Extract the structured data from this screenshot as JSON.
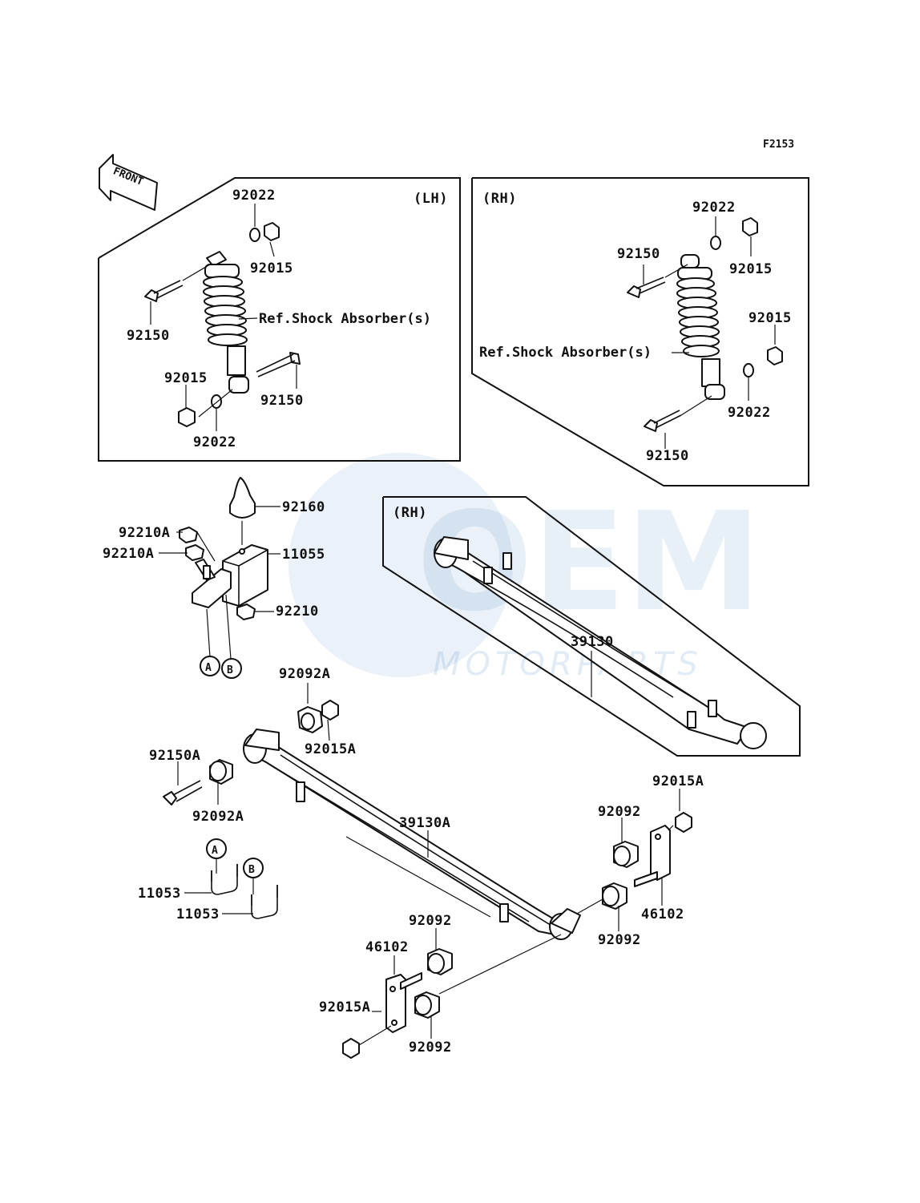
{
  "figure_code": "F2153",
  "front_arrow_label": "FRONT",
  "panels": {
    "lh_shock": "(LH)",
    "rh_shock": "(RH)",
    "rh_spring": "(RH)"
  },
  "reference_labels": {
    "lh": "Ref.Shock Absorber(s)",
    "rh": "Ref.Shock Absorber(s)"
  },
  "part_numbers": {
    "lh_92022_top": "92022",
    "lh_92015_top": "92015",
    "lh_92150_top": "92150",
    "lh_92015_bottom": "92015",
    "lh_92150_bottom": "92150",
    "lh_92022_bottom": "92022",
    "rh_92022_top": "92022",
    "rh_92150_top": "92150",
    "rh_92015_top": "92015",
    "rh_92015_mid": "92015",
    "rh_92022_bottom": "92022",
    "rh_92150_bottom": "92150",
    "p92160": "92160",
    "p92210A_1": "92210A",
    "p92210A_2": "92210A",
    "p11055": "11055",
    "p92210": "92210",
    "p39130": "39130",
    "p92092A_top": "92092A",
    "p92015A_top": "92015A",
    "p92150A": "92150A",
    "p92092A_bottom": "92092A",
    "p39130A": "39130A",
    "p11053_1": "11053",
    "p11053_2": "11053",
    "p92015A_right": "92015A",
    "p92092_right_top": "92092",
    "p46102_right": "46102",
    "p92092_right_bottom": "92092",
    "p92092_center_top": "92092",
    "p46102_left": "46102",
    "p92015A_left": "92015A",
    "p92092_center_bottom": "92092"
  },
  "callouts": {
    "a_main": "A",
    "b_main": "B",
    "a_bolt": "A",
    "b_bolt": "B"
  },
  "watermark": {
    "brand": "OEM",
    "tagline": "MOTORPARTS"
  }
}
